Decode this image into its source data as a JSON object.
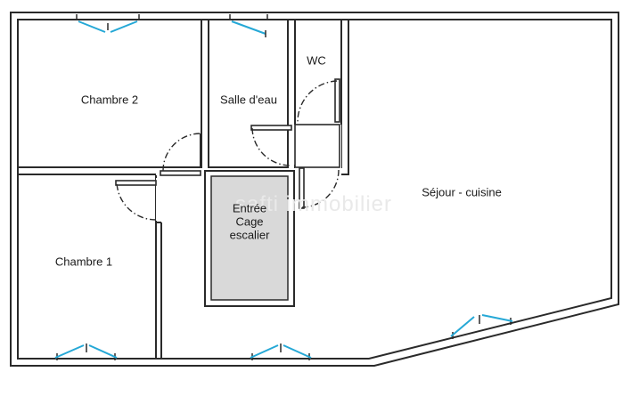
{
  "rooms": {
    "chambre2": "Chambre 2",
    "salle_eau": "Salle d'eau",
    "wc": "WC",
    "chambre1": "Chambre 1",
    "entree_line1": "Entrée",
    "entree_line2": "Cage",
    "entree_line3": "escalier",
    "sejour": "Séjour - cuisine"
  },
  "watermark": "safti immobilier",
  "colors": {
    "walls": "#2a2a2a",
    "windows": "#25a8d6",
    "stairwell_fill": "#d9d9d9"
  }
}
